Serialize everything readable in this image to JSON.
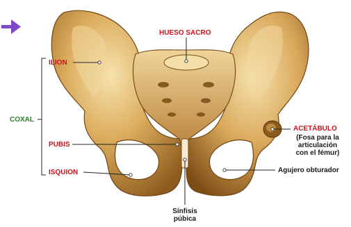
{
  "labels": {
    "sacrum": "HUESO SACRO",
    "ilium": "ILION",
    "coxal": "COXAL",
    "pubis": "PUBIS",
    "ischium": "ISQUION",
    "acetabulum": "ACETÁBULO",
    "acetabulum_note": [
      "(Fosa para la",
      "articulación",
      "con el fémur)"
    ],
    "obturator": "Agujero obturador",
    "symphysis": [
      "Sínfisis",
      "púbica"
    ]
  },
  "colors": {
    "bone_base": "#d9a85a",
    "bone_light": "#f3dca2",
    "bone_shadow": "#8c5a1c",
    "label_red": "#c8141e",
    "label_green": "#2f7d2a",
    "arrow": "#7e49c9"
  },
  "icons": {
    "pointer": "right-arrow-icon"
  }
}
